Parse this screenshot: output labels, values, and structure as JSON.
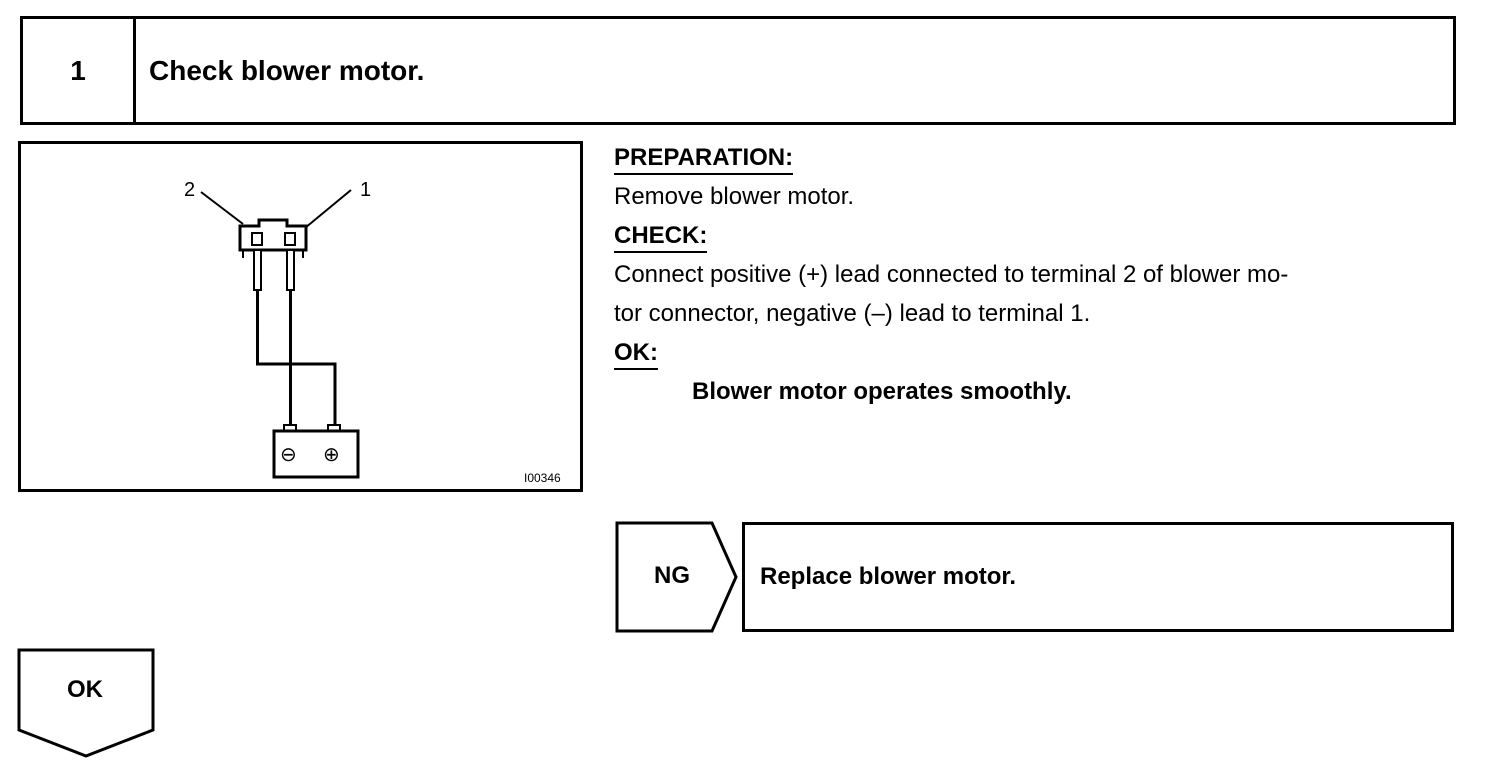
{
  "step": {
    "number": "1",
    "title": "Check blower motor."
  },
  "diagram": {
    "terminal_left": "2",
    "terminal_right": "1",
    "battery_negative": "⊖",
    "battery_positive": "⊕",
    "figure_id": "I00346"
  },
  "instructions": {
    "preparation_heading": "PREPARATION:",
    "preparation_text": "Remove blower motor.",
    "check_heading": "CHECK:",
    "check_text_line1": "Connect positive (+) lead connected to terminal 2 of blower mo-",
    "check_text_line2": "tor connector, negative (–) lead to terminal 1.",
    "ok_heading": "OK:",
    "ok_text": "Blower motor operates smoothly."
  },
  "ng_branch": {
    "label": "NG",
    "action": "Replace blower motor."
  },
  "ok_branch": {
    "label": "OK"
  }
}
